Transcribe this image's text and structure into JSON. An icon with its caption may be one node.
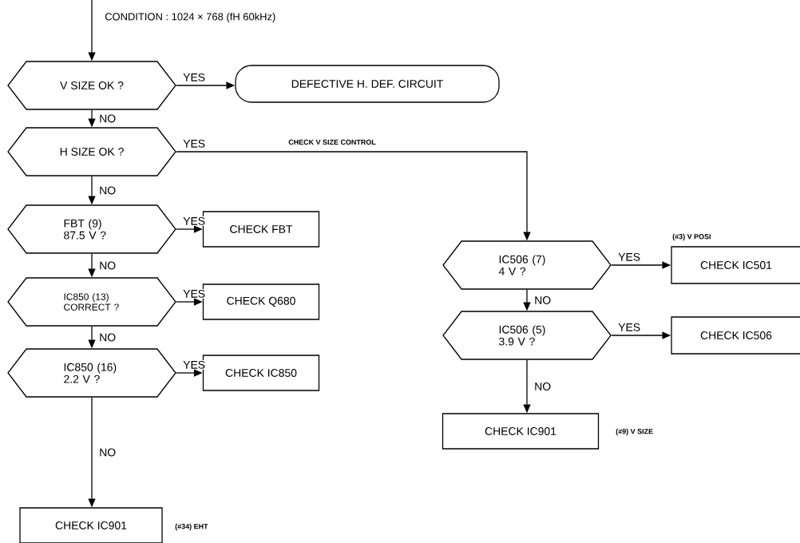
{
  "diagram": {
    "nodes": [
      {
        "text": [
          "V SIZE  OK ?"
        ]
      },
      {
        "text": [
          "DEFECTIVE H. DEF. CIRCUIT"
        ]
      },
      {
        "text": [
          "H SIZE OK ?"
        ]
      },
      {
        "text": [
          "FBT (9) 87.5 V ?"
        ]
      },
      {
        "text": [
          "CHECK  FBT"
        ]
      },
      {
        "text": [
          "IC850 (13) CORRECT ?"
        ]
      },
      {
        "text": [
          "CHECK  Q680"
        ]
      },
      {
        "text": [
          "IC850 (16) 2.2 V ?"
        ]
      },
      {
        "text": [
          "CHECK  IC850"
        ]
      },
      {
        "text": [
          "CHECK  IC901"
        ],
        "beside": [
          "(#34) EHT"
        ]
      },
      {
        "text": [
          "IC506 (7) 4 V ?"
        ]
      },
      {
        "text": [
          "CHECK  IC501"
        ],
        "beside": [
          "(#3)  V POSI"
        ]
      },
      {
        "text": [
          "IC506 (5) 3.9 V ?"
        ]
      },
      {
        "text": [
          "CHECK  IC506"
        ]
      },
      {
        "text": [
          "CHECK  IC901"
        ],
        "beside": [
          "(#9)  V SIZE"
        ]
      }
    ],
    "edges": [
      {
        "from": null,
        "to": 0,
        "arrow": "to"
      },
      {
        "from": 0,
        "to": 1,
        "arrow": "to",
        "label": "YES"
      },
      {
        "from": 0,
        "to": 2,
        "arrow": "to",
        "label": "NO"
      },
      {
        "from": 2,
        "to": 10,
        "arrow": "to",
        "label": "YES"
      },
      {
        "from": 2,
        "to": 3,
        "arrow": "to",
        "label": "NO"
      },
      {
        "from": 3,
        "to": 4,
        "arrow": "to",
        "label": "YES"
      },
      {
        "from": 3,
        "to": 5,
        "arrow": "to",
        "label": "NO"
      },
      {
        "from": 5,
        "to": 6,
        "arrow": "to",
        "label": "YES"
      },
      {
        "from": 5,
        "to": 7,
        "arrow": "to",
        "label": "NO"
      },
      {
        "from": 7,
        "to": 8,
        "arrow": "to",
        "label": "YES"
      },
      {
        "from": 7,
        "to": 9,
        "arrow": "to",
        "label": "NO"
      },
      {
        "from": 10,
        "to": 11,
        "arrow": "to",
        "label": "YES"
      },
      {
        "from": 10,
        "to": 12,
        "arrow": "to",
        "label": "NO"
      },
      {
        "from": 12,
        "to": 13,
        "arrow": "to",
        "label": "YES"
      },
      {
        "from": 12,
        "to": 14,
        "arrow": "to",
        "label": "NO"
      }
    ],
    "labels": [
      "CONDITION : 1024 × 768 (fH 60kHz)",
      "CHECK V SIZE CONTROL"
    ]
  }
}
